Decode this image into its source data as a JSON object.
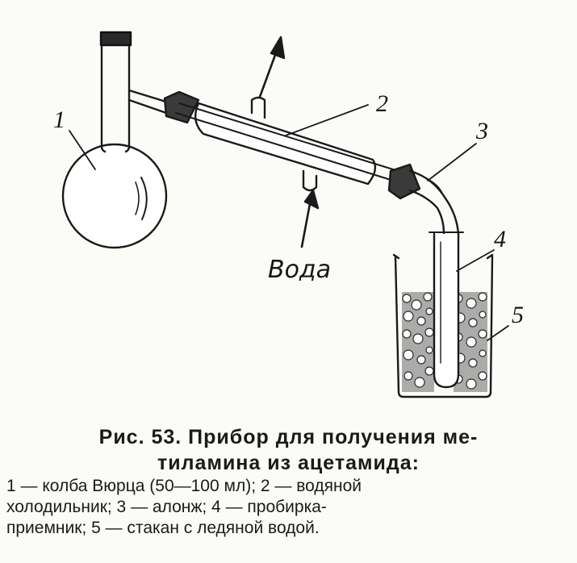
{
  "labels": {
    "flask": "1",
    "condenser": "2",
    "adapter": "3",
    "tube": "4",
    "beaker": "5",
    "water": "Вода"
  },
  "caption": {
    "title_line1": "Рис. 53. Прибор для получения ме-",
    "title_line2": "тиламина из ацетамида:",
    "legend_line1": "1 — колба Вюрца (50—100 мл); 2 — водяной",
    "legend_line2": "холодильник; 3 — алонж; 4 — пробирка-",
    "legend_line3": "приемник; 5 — стакан с ледяной водой."
  }
}
